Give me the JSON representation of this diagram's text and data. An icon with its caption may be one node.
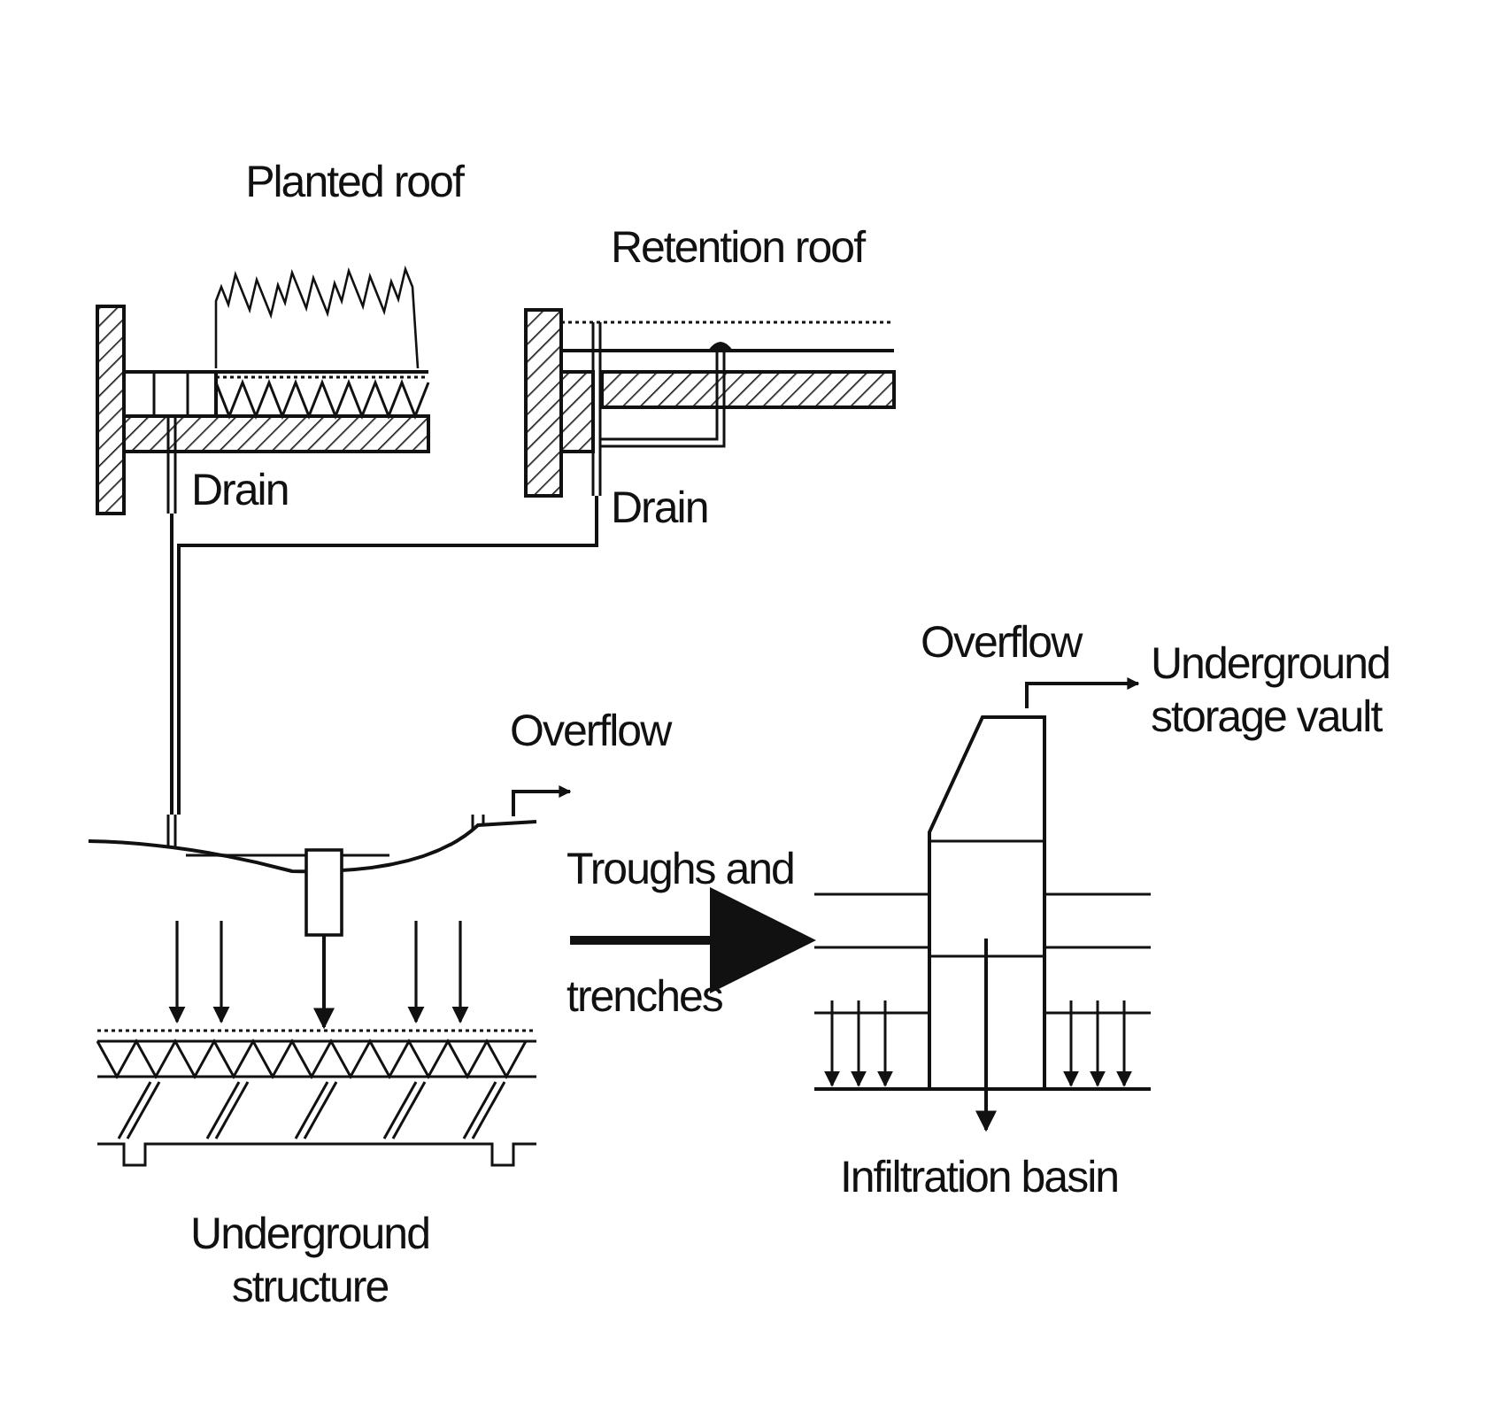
{
  "diagram": {
    "nodes": [
      {
        "text": [
          "Planted roof"
        ]
      },
      {
        "text": [
          "Retention roof"
        ]
      },
      {
        "text": [
          "Underground structure"
        ]
      },
      {
        "text": [
          "Infiltration basin"
        ]
      },
      {
        "text": [
          "Underground storage vault"
        ]
      }
    ],
    "edges": [
      {
        "from": 0,
        "to": 2,
        "arrow": "none",
        "label": "Drain"
      },
      {
        "from": 1,
        "to": 2,
        "arrow": "none",
        "label": "Drain"
      },
      {
        "from": 2,
        "to": 3,
        "arrow": "to",
        "label": "Troughs and trenches",
        "style": "thick"
      },
      {
        "from": 2,
        "to": null,
        "arrow": "to",
        "label": "Overflow"
      },
      {
        "from": 3,
        "to": 4,
        "arrow": "to",
        "label": "Overflow"
      }
    ]
  }
}
